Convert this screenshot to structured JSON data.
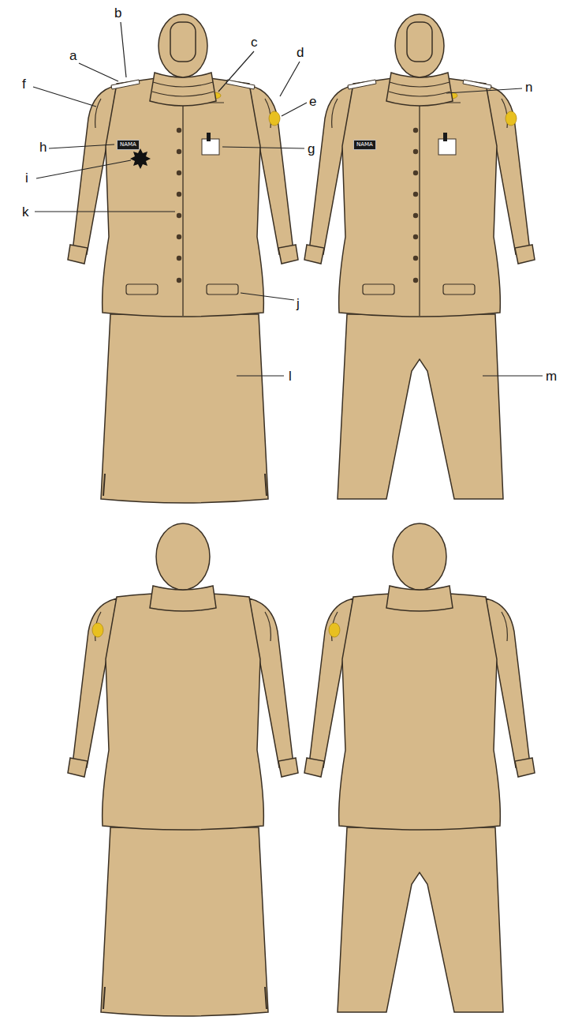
{
  "diagram": {
    "labels": [
      "a",
      "b",
      "c",
      "d",
      "n",
      "f",
      "e",
      "h",
      "g",
      "i",
      "k",
      "j",
      "l",
      "m",
      "NAMA",
      "NAMA"
    ]
  }
}
